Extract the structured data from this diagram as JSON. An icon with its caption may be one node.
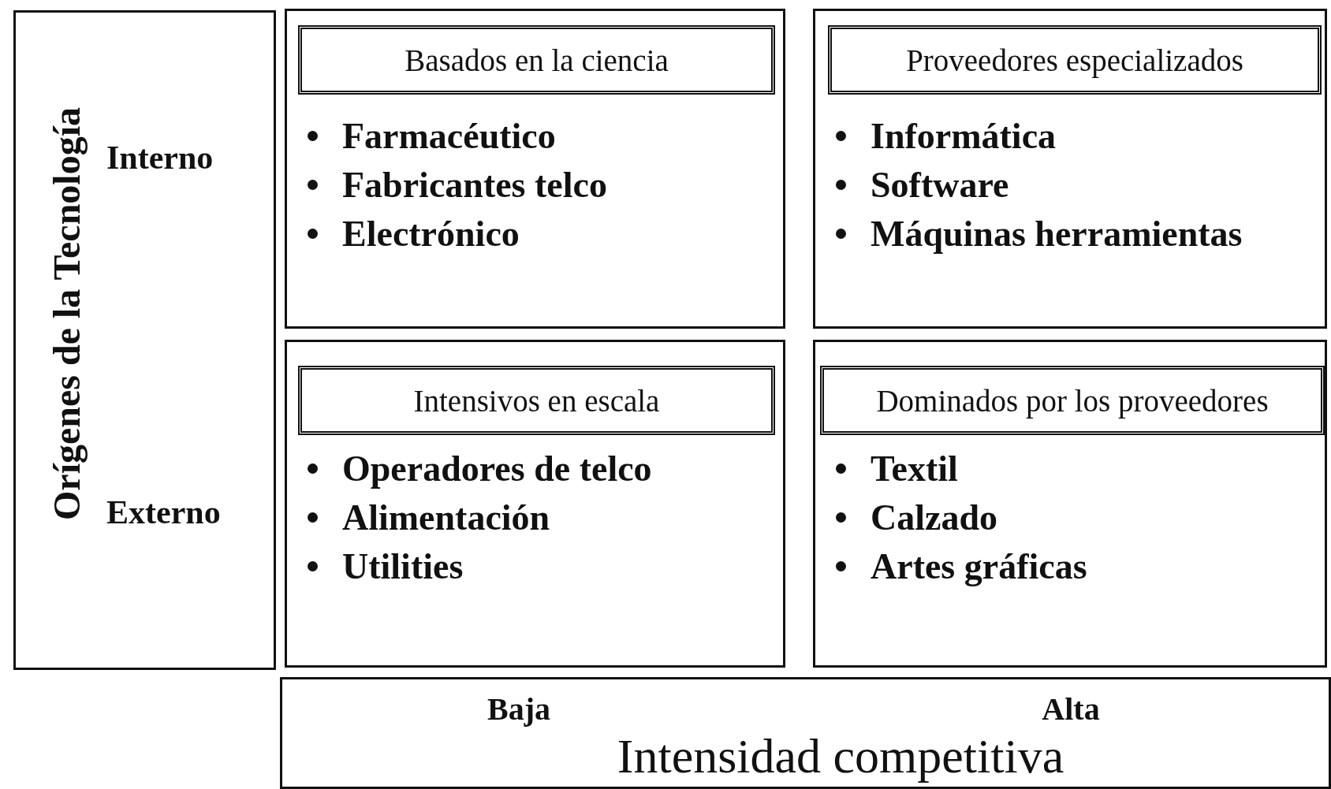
{
  "diagram": {
    "nodes": [
      {
        "text": [
          "Orígenes de la Tecnología",
          "Interno",
          "Externo"
        ]
      },
      {
        "text": [
          "Farmacéutico",
          "Fabricantes telco",
          "Electrónico"
        ]
      },
      {
        "text": [
          "Basados en la ciencia"
        ],
        "in": 1
      },
      {
        "text": [
          "Informática",
          "Software",
          "Máquinas herramientas"
        ]
      },
      {
        "text": [
          "Proveedores especializados"
        ],
        "in": 3
      },
      {
        "text": [
          "Operadores de telco",
          "Alimentación",
          "Utilities"
        ]
      },
      {
        "text": [
          "Intensivos en escala"
        ],
        "in": 5
      },
      {
        "text": [
          "Textil",
          "Calzado",
          "Artes gráficas"
        ]
      },
      {
        "text": [
          "Dominados por los proveedores"
        ],
        "in": 7
      },
      {
        "text": [
          "Baja",
          "Alta",
          "Intensidad competitiva"
        ]
      }
    ],
    "edges": []
  }
}
